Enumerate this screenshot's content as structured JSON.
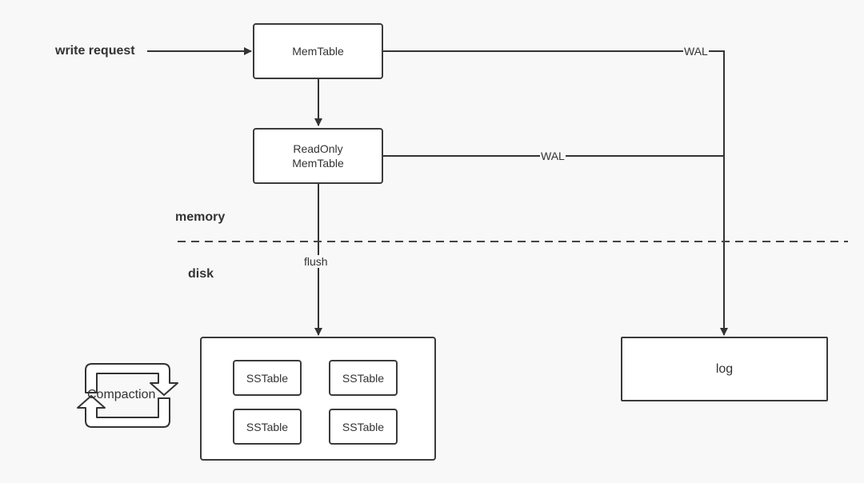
{
  "labels": {
    "write_request": "write request",
    "memory": "memory",
    "disk": "disk",
    "flush": "flush",
    "wal_top": "WAL",
    "wal_mid": "WAL",
    "compaction": "Compaction"
  },
  "boxes": {
    "memtable": "MemTable",
    "readonly_memtable": "ReadOnly\nMemTable",
    "log": "log",
    "sstables": [
      "SSTable",
      "SSTable",
      "SSTable",
      "SSTable"
    ]
  },
  "colors": {
    "background": "#f8f8f8",
    "stroke": "#3b3b3b",
    "box_fill": "#ffffff"
  }
}
